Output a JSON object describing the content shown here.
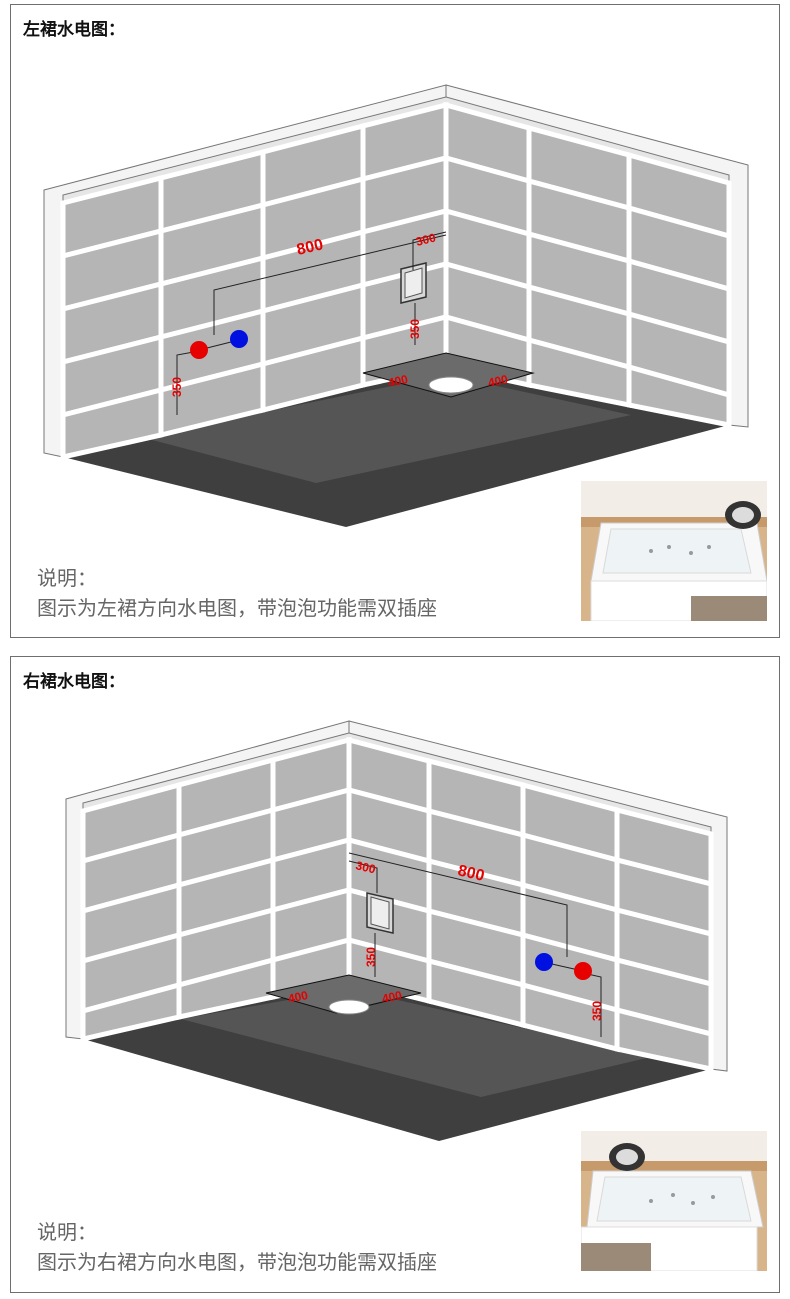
{
  "diagrams": [
    {
      "title": "左裙水电图：",
      "dims": {
        "socket_offset": "300",
        "pipe_span": "800",
        "socket_height": "350",
        "pipe_height": "350",
        "drain_left": "400",
        "drain_right": "400"
      },
      "note_heading": "说明：",
      "note_body": "图示为左裙方向水电图，带泡泡功能需双插座",
      "colors": {
        "hot": "#e60000",
        "cold": "#0010e0"
      }
    },
    {
      "title": "右裙水电图：",
      "dims": {
        "socket_offset": "300",
        "pipe_span": "800",
        "socket_height": "350",
        "pipe_height": "350",
        "drain_left": "400",
        "drain_right": "400"
      },
      "note_heading": "说明：",
      "note_body": "图示为右裙方向水电图，带泡泡功能需双插座",
      "colors": {
        "hot": "#e60000",
        "cold": "#0010e0"
      }
    }
  ]
}
